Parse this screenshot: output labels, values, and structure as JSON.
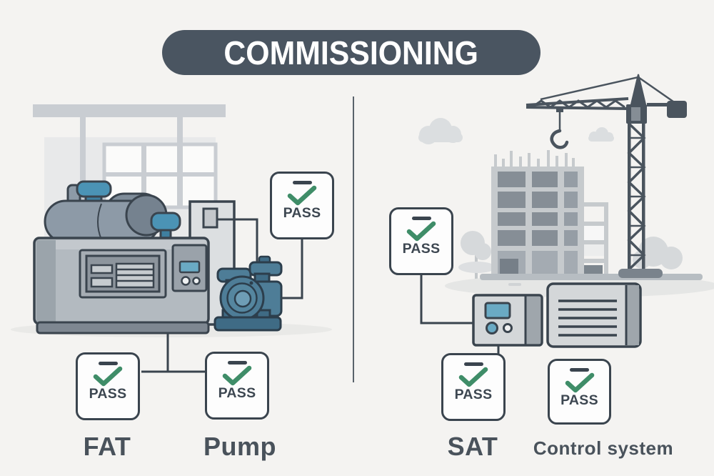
{
  "title": "COMMISSIONING",
  "colors": {
    "background": "#f4f3f1",
    "banner_bg": "#4a5561",
    "banner_text": "#ffffff",
    "outline_dark": "#3a444e",
    "check_green": "#3f8d68",
    "badge_bg": "#fdfdfd",
    "label_text": "#49525b",
    "teal_accent": "#4b93b5",
    "pump_blue": "#4e7d97"
  },
  "icons": {
    "pass_check_icon": "✓",
    "pass_dash_icon": "−"
  },
  "left": {
    "badges": {
      "equipment": {
        "label": "PASS"
      },
      "fat": {
        "label": "PASS"
      },
      "pump": {
        "label": "PASS"
      }
    },
    "labels": {
      "fat": "FAT",
      "pump": "Pump"
    }
  },
  "right": {
    "badges": {
      "site": {
        "label": "PASS"
      },
      "sat": {
        "label": "PASS"
      },
      "control": {
        "label": "PASS"
      }
    },
    "labels": {
      "sat": "SAT",
      "control": "Control system"
    }
  }
}
